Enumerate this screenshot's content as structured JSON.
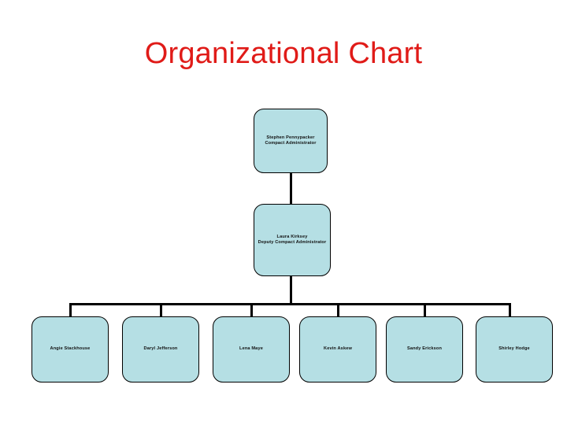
{
  "title": "Organizational Chart",
  "colors": {
    "title": "#e01b18",
    "node_fill": "#b5dfe4",
    "node_border": "#000000",
    "connector": "#000000",
    "background": "#ffffff"
  },
  "hierarchy": {
    "level1": {
      "name": "Stephen Pennypacker",
      "role": "Compact Administrator"
    },
    "level2": {
      "name": "Laura Kirksey",
      "role": "Deputy Compact Administrator"
    },
    "level3": [
      {
        "name": "Angie Stackhouse"
      },
      {
        "name": "Daryl Jefferson"
      },
      {
        "name": "Lena Maye"
      },
      {
        "name": "Kevin Askew"
      },
      {
        "name": "Sandy Erickson"
      },
      {
        "name": "Shirley Hodge"
      }
    ]
  }
}
